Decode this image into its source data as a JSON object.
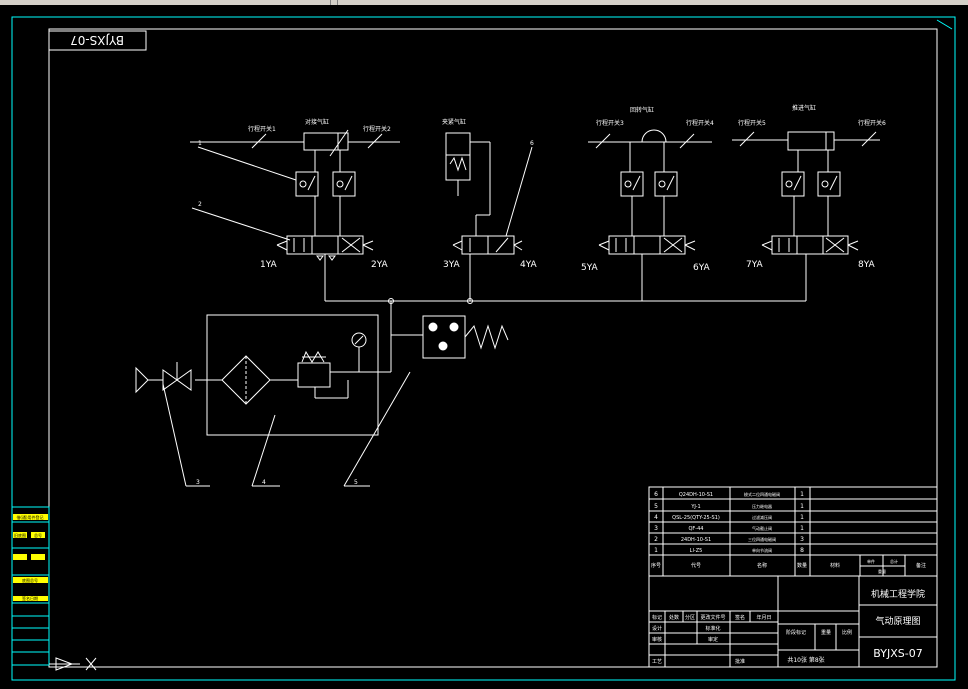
{
  "drawing": {
    "code_mirrored": "BYJXS-07",
    "components": {
      "cyl1": "对接气缸",
      "cyl2": "夹紧气缸",
      "cyl3": "回转气缸",
      "cyl4": "推进气缸"
    },
    "switches": {
      "s1": "行程开关1",
      "s2": "行程开关2",
      "s3": "行程开关3",
      "s4": "行程开关4",
      "s5": "行程开关5",
      "s6": "行程开关6"
    },
    "solenoids": {
      "ya1": "1YA",
      "ya2": "2YA",
      "ya3": "3YA",
      "ya4": "4YA",
      "ya5": "5YA",
      "ya6": "6YA",
      "ya7": "7YA",
      "ya8": "8YA"
    },
    "callouts": {
      "c1": "1",
      "c2": "2",
      "c3": "3",
      "c4": "4",
      "c5": "5",
      "c6": "6"
    }
  },
  "bom": {
    "rows": [
      {
        "no": "6",
        "code": "Q24DH-10-S1",
        "name": "梭式二位四通电磁阀",
        "qty": "1"
      },
      {
        "no": "5",
        "code": "YJ-1",
        "name": "压力继电器",
        "qty": "1"
      },
      {
        "no": "4",
        "code": "QSL-25(QTY-25-S1)",
        "name": "过滤减压阀",
        "qty": "1"
      },
      {
        "no": "3",
        "code": "QF-44",
        "name": "气动截止阀",
        "qty": "1"
      },
      {
        "no": "2",
        "code": "24DH-10-S1",
        "name": "三位四通电磁阀",
        "qty": "3"
      },
      {
        "no": "1",
        "code": "LI-Z5",
        "name": "单向节流阀",
        "qty": "8"
      }
    ],
    "header": {
      "no": "序号",
      "code": "代号",
      "name": "名称",
      "qty": "数量",
      "material": "材料",
      "single": "单件",
      "total": "总计",
      "weight": "重量",
      "note": "备注"
    }
  },
  "title_block": {
    "school": "机械工程学院",
    "drawing_name": "气动原理图",
    "drawing_code": "BYJXS-07",
    "labels": {
      "mark": "标记",
      "count": "处数",
      "zone": "分区",
      "change_doc": "更改文件号",
      "sign": "签名",
      "date": "年月日",
      "design": "设计",
      "std": "标准化",
      "stage_mark": "阶段标记",
      "weight": "重量",
      "scale": "比例",
      "check": "审核",
      "review": "审定",
      "process": "工艺",
      "approve": "批准",
      "sheets": "共10张 第8张"
    }
  },
  "left_table": {
    "r1": "借(通)用件登记",
    "r2a": "旧底图",
    "r2b": "总号",
    "r3": "底图总号",
    "r4": "签名日期"
  }
}
